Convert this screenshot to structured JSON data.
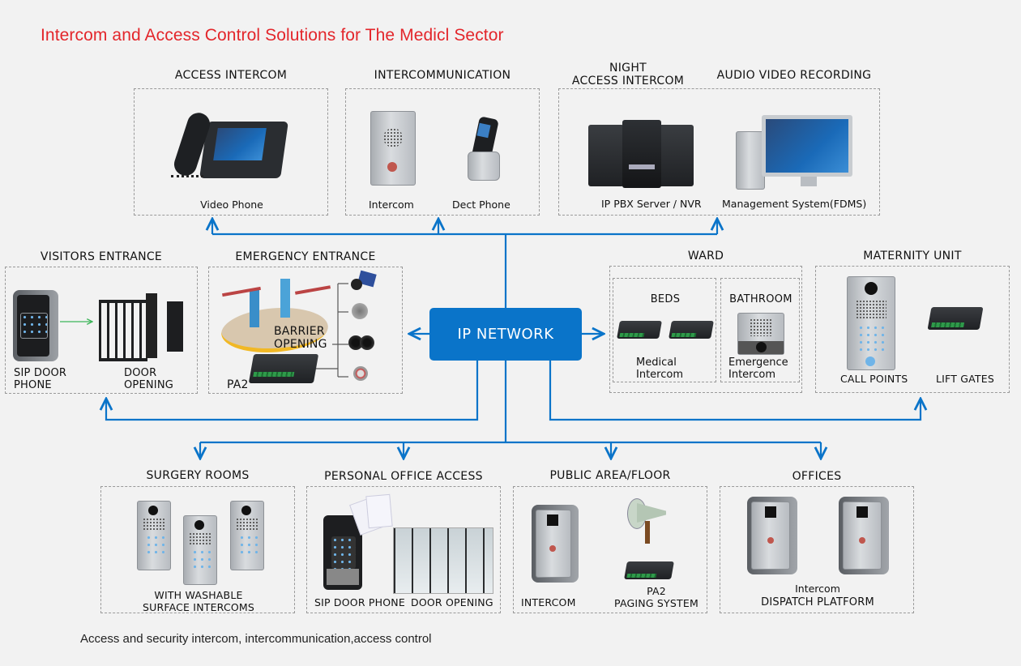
{
  "title": "Intercom and Access Control Solutions for The Medicl Sector",
  "footer": "Access and security intercom, intercommunication,access control",
  "hub": {
    "label": "IP NETWORK",
    "color": "#0a74c9"
  },
  "colors": {
    "title": "#e3262b",
    "line": "#0a74c9",
    "border": "#9a9a9a",
    "background": "#f2f2f2"
  },
  "top": {
    "access_intercom": {
      "title": "ACCESS INTERCOM",
      "devices": [
        {
          "label": "Video Phone",
          "icon": "video-phone-icon"
        }
      ]
    },
    "intercommunication": {
      "title": "INTERCOMMUNICATION",
      "devices": [
        {
          "label": "Intercom",
          "icon": "intercom-panel-icon"
        },
        {
          "label": "Dect Phone",
          "icon": "dect-phone-icon"
        }
      ]
    },
    "night_access": {
      "title_line1": "NIGHT",
      "title_line2": "ACCESS INTERCOM"
    },
    "audio_video": {
      "title": "AUDIO VIDEO RECORDING"
    },
    "recording_devices": [
      {
        "label": "IP PBX Server / NVR",
        "icon": "server-rack-icon"
      },
      {
        "label": "Management System(FDMS)",
        "icon": "desktop-computer-icon"
      }
    ]
  },
  "middle": {
    "visitors_entrance": {
      "title": "VISITORS ENTRANCE",
      "devices": [
        {
          "label_line1": "SIP DOOR",
          "label_line2": "PHONE",
          "icon": "sip-door-phone-icon"
        },
        {
          "label_line1": "DOOR",
          "label_line2": "OPENING",
          "icon": "gate-icon"
        }
      ]
    },
    "emergency_entrance": {
      "title": "EMERGENCY ENTRANCE",
      "barrier_line1": "BARRIER",
      "barrier_line2": "OPENING",
      "pa2": "PA2",
      "peripherals": [
        "camera-icon",
        "microphone-icon",
        "speaker-icon",
        "push-button-icon"
      ]
    },
    "ward": {
      "title": "WARD",
      "beds": {
        "title": "BEDS",
        "label_line1": "Medical",
        "label_line2": "Intercom"
      },
      "bathroom": {
        "title": "BATHROOM",
        "label_line1": "Emergence",
        "label_line2": "Intercom"
      }
    },
    "maternity_unit": {
      "title": "MATERNITY UNIT",
      "devices": [
        {
          "label": "CALL POINTS",
          "icon": "call-point-icon"
        },
        {
          "label": "LIFT GATES",
          "icon": "lift-gate-controller-icon"
        }
      ]
    }
  },
  "bottom": {
    "surgery_rooms": {
      "title": "SURGERY ROOMS",
      "label_line1": "WITH WASHABLE",
      "label_line2": "SURFACE INTERCOMS"
    },
    "personal_office": {
      "title": "PERSONAL OFFICE ACCESS",
      "devices": [
        {
          "label": "SIP DOOR PHONE"
        },
        {
          "label": "DOOR OPENING"
        }
      ]
    },
    "public_area": {
      "title": "PUBLIC AREA/FLOOR",
      "intercom": "INTERCOM",
      "pa_line1": "PA2",
      "pa_line2": "PAGING SYSTEM"
    },
    "offices": {
      "title": "OFFICES",
      "label_line1": "Intercom",
      "label_line2": "DISPATCH PLATFORM"
    }
  }
}
